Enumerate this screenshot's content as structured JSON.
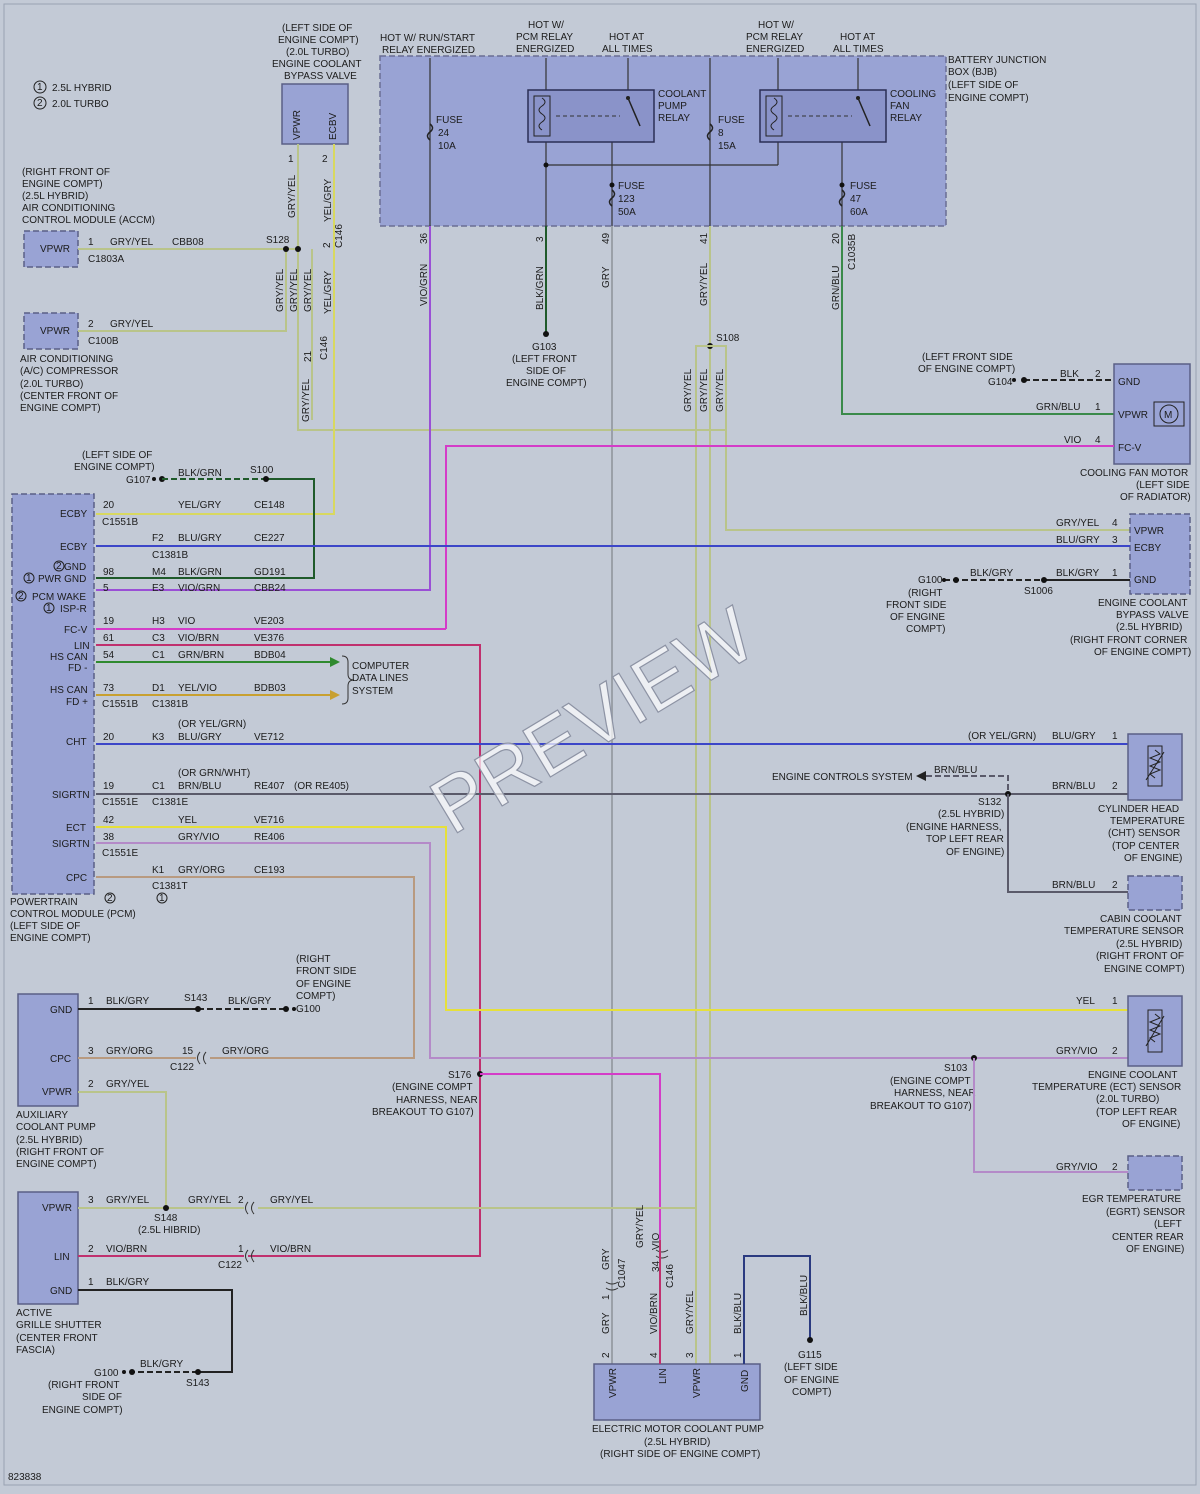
{
  "watermark": "PREVIEW",
  "figure_id": "823838",
  "legend": {
    "n1": "2.5L HYBRID",
    "n2": "2.0L TURBO",
    "m1": "1",
    "m2": "2"
  },
  "bjb": {
    "label": [
      "BATTERY JUNCTION",
      "BOX (BJB)",
      "(LEFT SIDE OF",
      "ENGINE COMPT)"
    ],
    "top_run": [
      "HOT W/ RUN/START",
      "RELAY ENERGIZED"
    ],
    "top_pcm1": [
      "HOT W/",
      "PCM RELAY",
      "ENERGIZED"
    ],
    "top_all1": [
      "HOT AT",
      "ALL TIMES"
    ],
    "top_pcm2": [
      "HOT W/",
      "PCM RELAY",
      "ENERGIZED"
    ],
    "top_all2": [
      "HOT AT",
      "ALL TIMES"
    ],
    "relay1": [
      "COOLANT",
      "PUMP",
      "RELAY"
    ],
    "relay2": [
      "COOLING",
      "FAN",
      "RELAY"
    ],
    "fuse24": [
      "FUSE",
      "24",
      "10A"
    ],
    "fuse8": [
      "FUSE",
      "8",
      "15A"
    ],
    "fuse123": [
      "FUSE",
      "123",
      "50A"
    ],
    "fuse47": [
      "FUSE",
      "47",
      "60A"
    ],
    "pins": [
      "36",
      "3",
      "49",
      "41",
      "20"
    ],
    "pin20_conn": "C1035B"
  },
  "ecbv_turbo": {
    "label": [
      "(LEFT SIDE OF",
      "ENGINE COMPT)",
      "(2.0L TURBO)",
      "ENGINE COOLANT",
      "BYPASS VALVE"
    ],
    "p1": "VPWR",
    "p2": "ECBV",
    "pin1": "1",
    "pin2": "2"
  },
  "accm": {
    "label": [
      "(RIGHT FRONT OF",
      "ENGINE COMPT)",
      "(2.5L HYBRID)",
      "AIR CONDITIONING",
      "CONTROL MODULE (ACCM)"
    ],
    "pin_name": "VPWR",
    "pin": "1",
    "wire": "GRY/YEL",
    "circuit": "CBB08",
    "conn": "C1803A"
  },
  "ac_comp": {
    "label": [
      "AIR CONDITIONING",
      "(A/C) COMPRESSOR",
      "(2.0L TURBO)",
      "(CENTER FRONT OF",
      "ENGINE COMPT)"
    ],
    "pin_name": "VPWR",
    "pin": "2",
    "wire": "GRY/YEL",
    "conn": "C100B"
  },
  "vert_labels": {
    "gryyel": "GRY/YEL",
    "yelgry": "YEL/GRY",
    "viogrn": "VIO/GRN",
    "blkgrn": "BLK/GRN",
    "gry": "GRY",
    "grnblu": "GRN/BLU",
    "c146": "C146",
    "p2": "2",
    "p21": "21",
    "s128": "S128",
    "s108": "S108",
    "g103": [
      "G103",
      "(LEFT FRONT",
      "SIDE OF",
      "ENGINE COMPT)"
    ]
  },
  "fan_motor": {
    "label": [
      "COOLING FAN MOTOR",
      "(LEFT SIDE",
      "OF RADIATOR)"
    ],
    "loc": [
      "(LEFT FRONT SIDE",
      "OF ENGINE COMPT)"
    ],
    "gnd": "GND",
    "vpwr": "VPWR",
    "fcv": "FC-V",
    "m": "M",
    "g104": "G104",
    "w_blk": "BLK",
    "w_grnblu": "GRN/BLU",
    "w_vio": "VIO",
    "p2": "2",
    "p1": "1",
    "p4": "4"
  },
  "ecbv_hybrid": {
    "label": [
      "ENGINE COOLANT",
      "BYPASS VALVE",
      "(2.5L HYBRID)",
      "(RIGHT FRONT CORNER",
      "OF ENGINE COMPT)"
    ],
    "vpwr": "VPWR",
    "ecby": "ECBY",
    "gnd": "GND",
    "w_gryyel": "GRY/YEL",
    "w_blugry": "BLU/GRY",
    "w_blkgry": "BLK/GRY",
    "p4": "4",
    "p3": "3",
    "p1": "1",
    "g100": [
      "G100",
      "(RIGHT",
      "FRONT SIDE",
      "OF ENGINE",
      "COMPT)"
    ],
    "s1006": "S1006"
  },
  "pcm": {
    "label": [
      "POWERTRAIN",
      "CONTROL MODULE (PCM)",
      "(LEFT SIDE OF",
      "ENGINE COMPT)"
    ],
    "g107_loc": [
      "(LEFT SIDE OF",
      "ENGINE COMPT)"
    ],
    "g107": "G107",
    "s100": "S100",
    "w_blkgrn": "BLK/GRN",
    "pins": {
      "ecby1": "ECBY",
      "ecby2": "ECBY",
      "gnd": "GND",
      "pwrgnd": "PWR GND",
      "pcmwake": "PCM WAKE",
      "isp": "ISP-R",
      "fcv": "FC-V",
      "lin": "LIN",
      "hscan1": "HS CAN",
      "fdm": "FD -",
      "hscan2": "HS CAN",
      "fdp": "FD +",
      "cht": "CHT",
      "sigrtn1": "SIGRTN",
      "ect": "ECT",
      "sigrtn2": "SIGRTN",
      "cpc": "CPC"
    },
    "rows": [
      {
        "a": "20",
        "b": "",
        "w": "YEL/GRY",
        "c": "CE148"
      },
      {
        "a": "F2",
        "b": "",
        "w": "BLU/GRY",
        "c": "CE227"
      },
      {
        "a": "98",
        "b": "M4",
        "w": "BLK/GRN",
        "c": "GD191"
      },
      {
        "a": "5",
        "b": "E3",
        "w": "VIO/GRN",
        "c": "CBB24"
      },
      {
        "a": "19",
        "b": "H3",
        "w": "VIO",
        "c": "VE203"
      },
      {
        "a": "61",
        "b": "C3",
        "w": "VIO/BRN",
        "c": "VE376"
      },
      {
        "a": "54",
        "b": "C1",
        "w": "GRN/BRN",
        "c": "BDB04"
      },
      {
        "a": "73",
        "b": "D1",
        "w": "YEL/VIO",
        "c": "BDB03"
      },
      {
        "a": "20",
        "b": "K3",
        "w": "BLU/GRY",
        "c": "VE712"
      },
      {
        "a": "19",
        "b": "C1",
        "w": "BRN/BLU",
        "c": "RE407"
      },
      {
        "a": "42",
        "b": "",
        "w": "YEL",
        "c": "VE716"
      },
      {
        "a": "38",
        "b": "",
        "w": "GRY/VIO",
        "c": "RE406"
      },
      {
        "a": "",
        "b": "K1",
        "w": "GRY/ORG",
        "c": "CE193"
      }
    ],
    "conns": {
      "c1551b_a": "C1551B",
      "c1381b_a": "C1381B",
      "c1551b_b": "C1551B",
      "c1381b_b": "C1381B",
      "c1551e_a": "C1551E",
      "c1381e": "C1381E",
      "c1551e_b": "C1551E",
      "c1381t": "C1381T"
    },
    "or_yelgrn": "(OR YEL/GRN)",
    "or_grnwht": "(OR GRN/WHT)",
    "or_re405": "(OR RE405)",
    "m1": "1",
    "m2": "2"
  },
  "cdls": [
    "COMPUTER",
    "DATA LINES",
    "SYSTEM"
  ],
  "cht_sensor": {
    "label": [
      "CYLINDER HEAD",
      "TEMPERATURE",
      "(CHT) SENSOR",
      "(TOP CENTER",
      "OF ENGINE)"
    ],
    "w1": "(OR YEL/GRN)",
    "w1b": "BLU/GRY",
    "p1": "1",
    "w2": "BRN/BLU",
    "p2": "2",
    "ecs": "ENGINE CONTROLS SYSTEM",
    "ecs_w": "BRN/BLU",
    "s132": [
      "S132",
      "(2.5L HYBRID)",
      "(ENGINE HARNESS,",
      "TOP LEFT REAR",
      "OF ENGINE)"
    ]
  },
  "cabin_sensor": {
    "label": [
      "CABIN COOLANT",
      "TEMPERATURE SENSOR",
      "(2.5L HYBRID)",
      "(RIGHT FRONT OF",
      "ENGINE COMPT)"
    ],
    "w": "BRN/BLU",
    "p": "2"
  },
  "ect_sensor": {
    "label": [
      "ENGINE COOLANT",
      "TEMPERATURE (ECT) SENSOR",
      "(2.0L TURBO)",
      "(TOP LEFT REAR",
      "OF ENGINE)"
    ],
    "w1": "YEL",
    "p1": "1",
    "w2": "GRY/VIO",
    "p2": "2",
    "s103": [
      "S103",
      "(ENGINE COMPT",
      "HARNESS, NEAR",
      "BREAKOUT TO G107)"
    ]
  },
  "egrt_sensor": {
    "label": [
      "EGR TEMPERATURE",
      "(EGRT) SENSOR",
      "(LEFT",
      "CENTER REAR",
      "OF ENGINE)"
    ],
    "w": "GRY/VIO",
    "p": "2"
  },
  "aux_pump": {
    "label": [
      "AUXILIARY",
      "COOLANT PUMP",
      "(2.5L HYBRID)",
      "(RIGHT FRONT OF",
      "ENGINE COMPT)"
    ],
    "gnd": "GND",
    "cpc": "CPC",
    "vpwr": "VPWR",
    "p1": "1",
    "w1": "BLK/GRY",
    "s143": "S143",
    "w1b": "BLK/GRY",
    "g100": "G100",
    "g100_loc": [
      "(RIGHT",
      "FRONT SIDE",
      "OF ENGINE",
      "COMPT)"
    ],
    "p3": "3",
    "w3": "GRY/ORG",
    "p15": "15",
    "w3b": "GRY/ORG",
    "c122": "C122",
    "p2": "2",
    "w2": "GRY/YEL",
    "s176": [
      "S176",
      "(ENGINE COMPT",
      "HARNESS, NEAR",
      "BREAKOUT TO G107)"
    ]
  },
  "grille": {
    "label": [
      "ACTIVE",
      "GRILLE SHUTTER",
      "(CENTER FRONT",
      "FASCIA)"
    ],
    "vpwr": "VPWR",
    "lin": "LIN",
    "gnd": "GND",
    "p3": "3",
    "w3": "GRY/YEL",
    "s148": [
      "S148",
      "(2.5L HIBRID)"
    ],
    "w3b": "GRY/YEL",
    "p2b": "2",
    "w3c": "GRY/YEL",
    "p2": "2",
    "w2": "VIO/BRN",
    "p1b": "1",
    "w2b": "VIO/BRN",
    "c122": "C122",
    "p1": "1",
    "w1": "BLK/GRY",
    "g100": [
      "G100",
      "(RIGHT FRONT",
      "SIDE OF",
      "ENGINE COMPT)"
    ],
    "w_g100": "BLK/GRY",
    "s143": "S143"
  },
  "emcp": {
    "label": [
      "ELECTRIC MOTOR COOLANT PUMP",
      "(2.5L HYBRID)",
      "(RIGHT SIDE OF ENGINE COMPT)"
    ],
    "vpwr1": "VPWR",
    "lin": "LIN",
    "vpwr2": "VPWR",
    "gnd": "GND",
    "p2": "2",
    "p4": "4",
    "p3": "3",
    "p1": "1",
    "w_gry": "GRY",
    "w_viobrn": "VIO/BRN",
    "w_gryyel": "GRY/YEL",
    "w_blkblu": "BLK/BLU",
    "c1047": "C1047",
    "c146": "C146",
    "p34": "34",
    "p1a": "1",
    "g115": [
      "G115",
      "(LEFT SIDE",
      "OF ENGINE",
      "COMPT)"
    ],
    "w_g115": "BLK/BLU"
  },
  "colors": {
    "gryyel": "#b9c48a",
    "yelgry": "#d8d860",
    "vio": "#d43cc8",
    "viogrn": "#9a4fd6",
    "blkgrn": "#1f5a2a",
    "blugry": "#3c46c8",
    "viobrn": "#c0306e",
    "grnbrn": "#2f8a2f",
    "yelvio": "#c8a030",
    "brnblu": "#5a5a6a",
    "yel": "#e6e03a",
    "gryvio": "#b48ac8",
    "gryorg": "#b89a80",
    "grnblu": "#3a8a4a",
    "gry": "#9aa0a8",
    "blkblu": "#2a3a80"
  }
}
